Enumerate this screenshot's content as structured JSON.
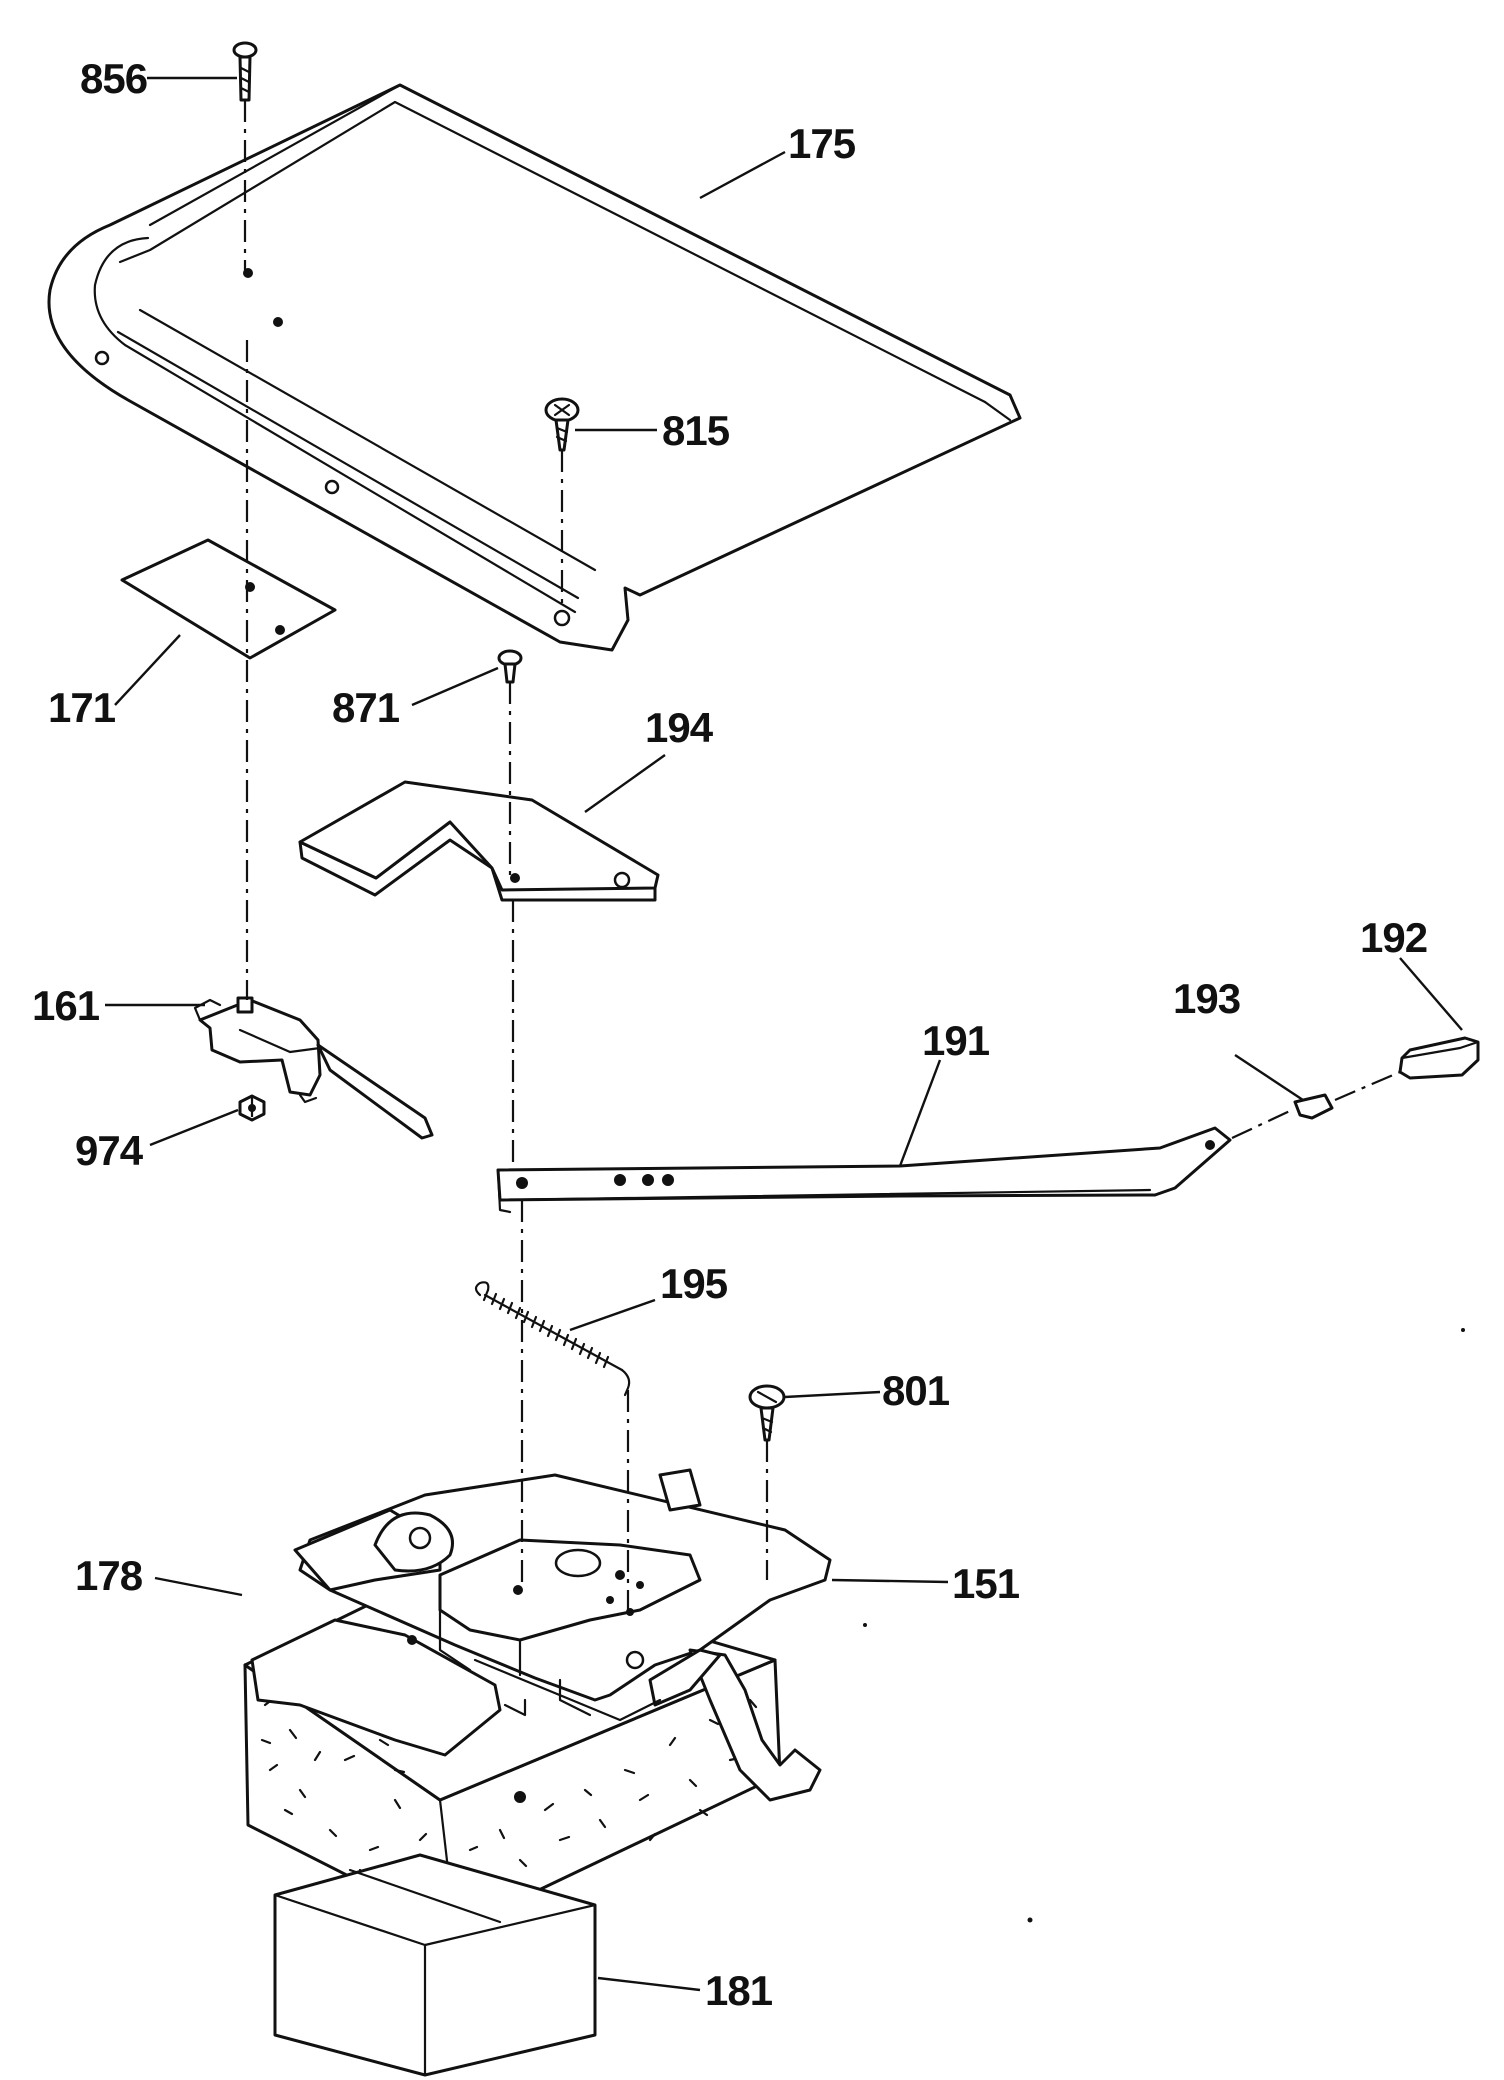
{
  "diagram": {
    "callouts": [
      "856",
      "175",
      "815",
      "171",
      "871",
      "194",
      "161",
      "192",
      "193",
      "191",
      "974",
      "195",
      "801",
      "151",
      "178",
      "181"
    ]
  }
}
